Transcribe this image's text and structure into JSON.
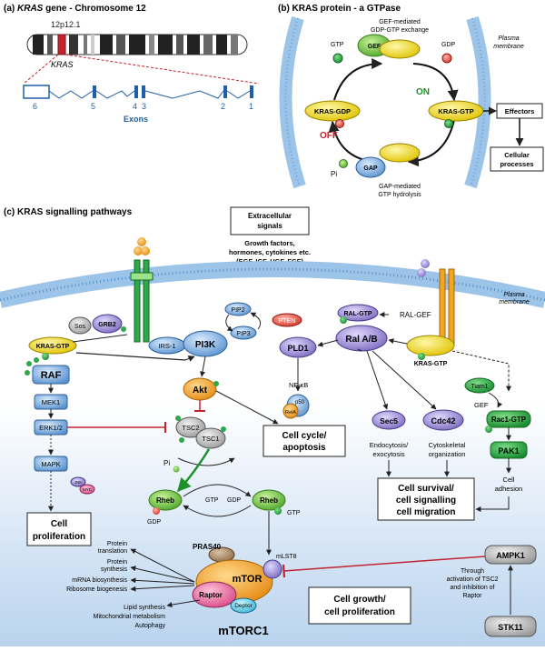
{
  "panel_a": {
    "title_prefix": "(a)",
    "title_italic": "KRAS",
    "title_rest": " gene - Chromosome 12",
    "band": "12p12.1",
    "gene": "KRAS",
    "exon_numbers": [
      "6",
      "5",
      "4",
      "3",
      "2",
      "1"
    ],
    "exons_label": "Exons"
  },
  "panel_b": {
    "title": "(b) KRAS protein - a GTPase",
    "gef_label": "GEF",
    "gef_caption_1": "GEF-mediated",
    "gef_caption_2": "GDP-GTP exchange",
    "gtp": "GTP",
    "gdp": "GDP",
    "plasma_1": "Plasma",
    "plasma_2": "membrane",
    "on": "ON",
    "off": "OFF",
    "kras_gdp": "KRAS-GDP",
    "kras_gtp": "KRAS-GTP",
    "effectors": "Effectors",
    "cellular_processes_1": "Cellular",
    "cellular_processes_2": "processes",
    "pi": "Pi",
    "gap_label": "GAP",
    "gap_caption_1": "GAP-mediated",
    "gap_caption_2": "GTP hydrolysis"
  },
  "panel_c": {
    "title": "(c) KRAS signalling pathways",
    "extracellular_1": "Extracellular",
    "extracellular_2": "signals",
    "growth_1": "Growth factors,",
    "growth_2": "hormones, cytokines etc.",
    "growth_3": "(EGF, IGF, HGF, FGF)",
    "plasma_1": "Plasma",
    "plasma_2": "membrane",
    "sos": "Sos",
    "grb2": "GRB2",
    "kras_gtp": "KRAS-GTP",
    "irs1": "IRS-1",
    "pi3k": "PI3K",
    "pip2": "PIP2",
    "pip3": "PIP3",
    "pten": "PTEN",
    "ral_gtp": "RAL-GTP",
    "ral_gef": "RAL-GEF",
    "ral_ab": "Ral A/B",
    "pld1": "PLD1",
    "kras_gtp_right": "KRAS-GTP",
    "raf": "RAF",
    "mek1": "MEK1",
    "erk": "ERK1/2",
    "mapk": "MAPK",
    "jnk": "JNK",
    "myc": "MYC",
    "cell_prolif_1": "Cell",
    "cell_prolif_2": "proliferation",
    "akt": "Akt",
    "tsc2": "TSC2",
    "tsc1": "TSC1",
    "pi": "Pi",
    "nfkb": "NF-κB",
    "p50": "p50",
    "rela": "RelA",
    "cell_cycle_1": "Cell cycle/",
    "cell_cycle_2": "apoptosis",
    "sec5": "Sec5",
    "cdc42": "Cdc42",
    "endo_1": "Endocytosis/",
    "endo_2": "exocytosis",
    "cyto_1": "Cytoskeletal",
    "cyto_2": "organization",
    "survival_1": "Cell  survival/",
    "survival_2": "cell signalling",
    "survival_3": "cell migration",
    "tiam1": "Tiam1",
    "gef": "GEF",
    "rac1_gtp": "Rac1-GTP",
    "pak1": "PAK1",
    "cell_adh_1": "Cell",
    "cell_adh_2": "adhesion",
    "rheb": "Rheb",
    "gdp": "GDP",
    "gtp": "GTP",
    "pras40": "PRAS40",
    "mlst8": "mLST8",
    "mtor": "mTOR",
    "raptor": "Raptor",
    "deptor": "Deptor",
    "mtorc1": "mTORC1",
    "protein_translation_1": "Protein",
    "protein_translation_2": "translation",
    "protein_synthesis_1": "Protein",
    "protein_synthesis_2": "synthesis",
    "mrna": "mRNA biosynthesis",
    "ribosome": "Ribosome biogenesis",
    "lipid": "Lipid synthesis",
    "mito": "Mitochondrial metabolism",
    "autophagy": "Autophagy",
    "growth_box_1": "Cell growth/",
    "growth_box_2": "cell proliferation",
    "ampk1": "AMPK1",
    "through_1": "Through",
    "through_2": "activation of TSC2",
    "through_3": "and inhibition of",
    "through_4": "Raptor",
    "stk11": "STK11"
  },
  "colors": {
    "exon_blue": "#1f5fa8",
    "kras_yellow": "#f2d700",
    "gef_green": "#a8d65a",
    "gap_blue": "#4a8fd6",
    "on_green": "#1f8f2a",
    "off_red": "#c0242f",
    "pathway_blue": "#5b9bd5",
    "akt_orange": "#f2a51f",
    "ral_purple": "#8c7bc7",
    "rac_green": "#2ea84a",
    "mtor_orange": "#f28c1f"
  }
}
